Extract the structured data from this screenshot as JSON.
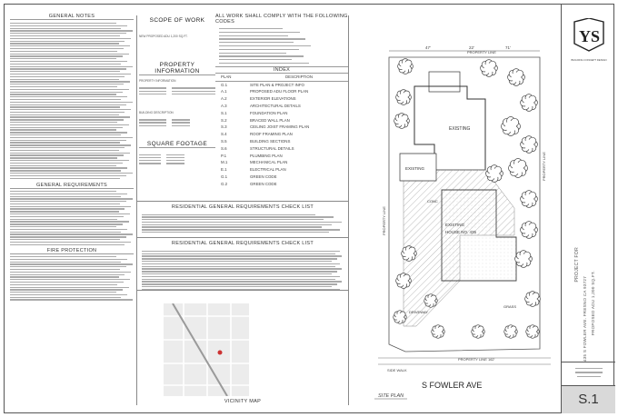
{
  "general_notes": {
    "title": "GENERAL NOTES"
  },
  "general_requirements": {
    "title": "GENERAL REQUIREMENTS"
  },
  "fire_protection": {
    "title": "FIRE PROTECTION"
  },
  "scope": {
    "title": "SCOPE OF WORK",
    "text": "NEW PROPOSED ADU 1,200 SQ.FT."
  },
  "property": {
    "title": "PROPERTY INFORMATION",
    "sub": "PROPERTY INFORMATION"
  },
  "building": {
    "title": "BUILDING DESCRIPTION"
  },
  "footage": {
    "title": "SQUARE FOOTAGE"
  },
  "codes": {
    "title": "ALL WORK SHALL COMPLY WITH THE FOLLOWING CODES"
  },
  "index": {
    "title": "INDEX",
    "col_plan": "PLAN",
    "col_desc": "DESCRIPTION",
    "rows": [
      {
        "plan": "G.1",
        "desc": "SITE PLAN & PROJECT INFO"
      },
      {
        "plan": "A.1",
        "desc": "PROPOSED ADU FLOOR PLAN"
      },
      {
        "plan": "A.2",
        "desc": "EXTERIOR ELEVATIONS"
      },
      {
        "plan": "A.3",
        "desc": "ARCHITECTURAL DETAILS"
      },
      {
        "plan": "S.1",
        "desc": "FOUNDATION PLAN"
      },
      {
        "plan": "S.2",
        "desc": "BRACED WALL PLAN"
      },
      {
        "plan": "S.3",
        "desc": "CEILING JOIST FRAMING PLAN"
      },
      {
        "plan": "S.4",
        "desc": "ROOF FRAMING PLAN"
      },
      {
        "plan": "S.5",
        "desc": "BUILDING SECTIONS"
      },
      {
        "plan": "S.6",
        "desc": "STRUCTURAL DETAILS"
      },
      {
        "plan": "P.1",
        "desc": "PLUMBING PLAN"
      },
      {
        "plan": "M.1",
        "desc": "MECHANICAL PLAN"
      },
      {
        "plan": "E.1",
        "desc": "ELECTRICAL PLAN"
      },
      {
        "plan": "G.1",
        "desc": "GREEN CODE"
      },
      {
        "plan": "G.2",
        "desc": "GREEN CODE"
      }
    ]
  },
  "checklist": {
    "title": "RESIDENTIAL GENERAL REQUIREMENTS CHECK LIST"
  },
  "vicinity": {
    "title": "VICINITY MAP"
  },
  "site": {
    "property_line": "PROPERTY LINE",
    "existing": "EXISTING",
    "conc": "CONC",
    "existing_house": "EXISTING",
    "house_no": "HOUSE    NO. 435",
    "driveway": "DRIVEWAY",
    "grass": "GRASS",
    "sidewalk": "SIDE WALK",
    "street": "S FOWLER AVE",
    "site_plan": "SITE PLAN",
    "pl_bottom": "PROPERTY LINE  162'",
    "dim_top_left": "47'",
    "dim_top_mid": "22'",
    "dim_top_right": "71'"
  },
  "titleblock": {
    "logo": "YS",
    "logo_sub": "BUILDING CONCEPT DESIGN",
    "project": "PROJECT FOR",
    "address": "435 S FOWLER AVE. FRESNO CA 93727",
    "proposed": "PROPOSED ADU 1,200 SQ.FT.",
    "sheet": "S.1"
  }
}
